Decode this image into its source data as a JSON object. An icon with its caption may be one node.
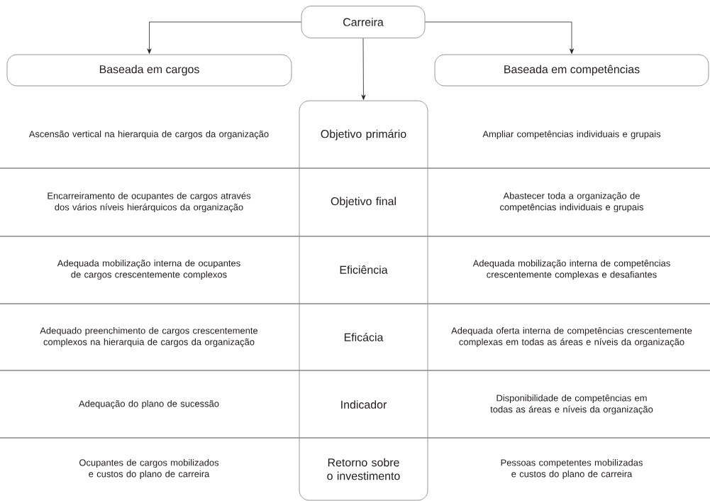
{
  "diagram": {
    "nodes": [
      {
        "text": [
          "Carreira"
        ]
      },
      {
        "text": [
          "Baseada em cargos"
        ]
      },
      {
        "text": [
          "Baseada em competências"
        ]
      },
      {
        "text": [
          "Objetivo primário",
          "Objetivo final",
          "Eficiência",
          "Eficácia",
          "Indicador",
          "Retorno sobre o investimento"
        ]
      }
    ],
    "edges": [
      {
        "from": 0,
        "to": 1,
        "arrow": "to"
      },
      {
        "from": 0,
        "to": 3,
        "arrow": "to"
      },
      {
        "from": 0,
        "to": 2,
        "arrow": "to"
      }
    ],
    "labels": [
      "Ascensão vertical na hierarquia de cargos da organização",
      "Ampliar competências individuais e grupais",
      "Encarreiramento de ocupantes de cargos através dos vários níveis hierárquicos da organização",
      "Abastecer toda a organização de competências individuais e grupais",
      "Adequada mobilização interna de ocupantes de cargos crescentemente complexos",
      "Adequada mobilização interna de competências crescentemente complexas e desafiantes",
      "Adequado preenchimento de cargos crescentemente complexos na hierarquia de cargos da organização",
      "Adequada oferta interna de competências crescentemente complexas em todas as áreas e níveis da organização",
      "Adequação do plano de sucessão",
      "Disponibilidade de competências em todas as áreas e níveis da organização",
      "Ocupantes de cargos mobilizados e custos do plano de carreira",
      "Pessoas competentes mobilizadas e custos do plano de carreira"
    ]
  }
}
